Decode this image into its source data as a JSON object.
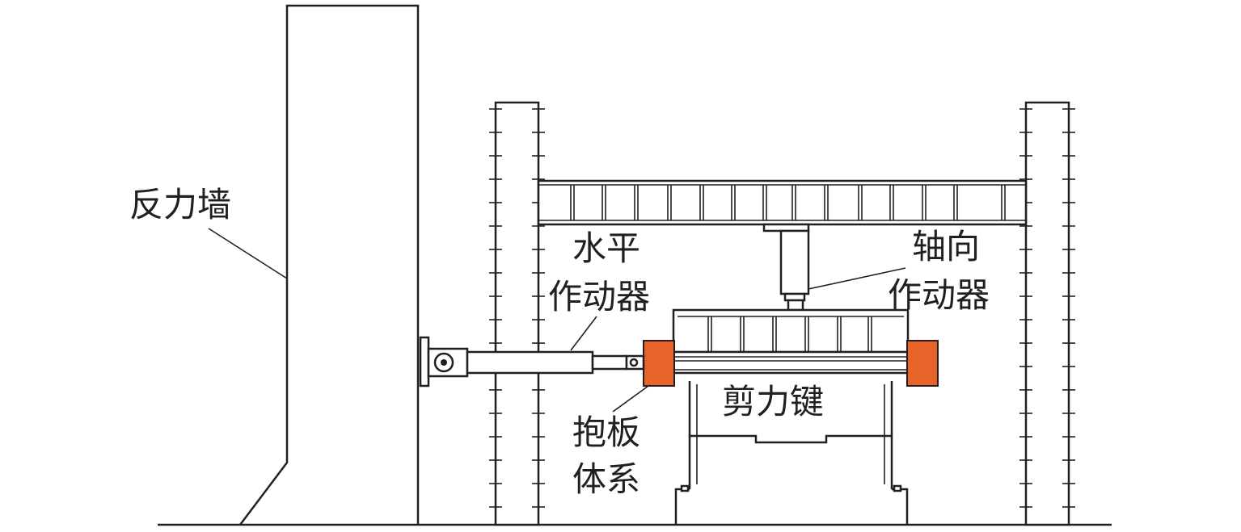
{
  "labels": {
    "reaction_wall": "反力墙",
    "horizontal_actuator_line1": "水平",
    "horizontal_actuator_line2": "作动器",
    "axial_actuator_line1": "轴向",
    "axial_actuator_line2": "作动器",
    "shear_key": "剪力键",
    "clamp_plate_line1": "抱板",
    "clamp_plate_line2": "体系"
  },
  "colors": {
    "line": "#231f20",
    "clamp_plate_fill": "#e8622a",
    "background": "#ffffff"
  }
}
